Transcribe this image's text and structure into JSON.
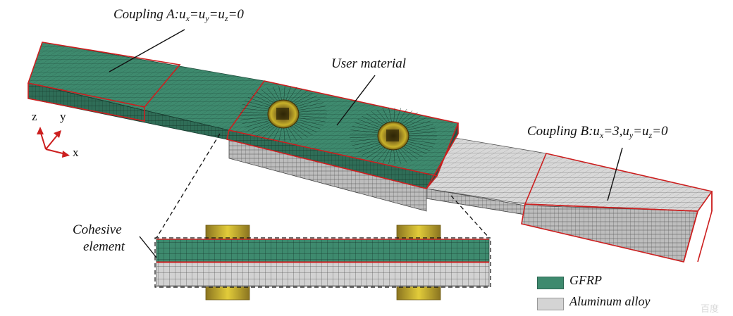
{
  "labels": {
    "coupling_a": {
      "prefix": "Coupling A:",
      "parts": [
        [
          "u",
          "x",
          "="
        ],
        [
          "u",
          "y",
          "="
        ],
        [
          "u",
          "z",
          "=0"
        ]
      ]
    },
    "coupling_b": {
      "prefix": "Coupling B:",
      "parts": [
        [
          "u",
          "x",
          "=3,"
        ],
        [
          "u",
          "y",
          "="
        ],
        [
          "u",
          "z",
          "=0"
        ]
      ]
    },
    "user_material": "User material",
    "cohesive_line1": "Cohesive",
    "cohesive_line2": "element"
  },
  "axes": {
    "z": "z",
    "y": "y",
    "x": "x"
  },
  "legend": [
    {
      "name": "GFRP",
      "color": "#3e8a6e"
    },
    {
      "name": "Aluminum alloy",
      "color": "#d4d4d4"
    }
  ],
  "colors": {
    "gfrp": "#3e8a6e",
    "gfrp_dark": "#2c6652",
    "aluminum": "#d6d6d6",
    "aluminum_dark": "#a9a9a9",
    "outline_red": "#cc1f1f",
    "bolt": "#c9b22a",
    "bolt_dark": "#6e5a14"
  },
  "watermark": "百度"
}
